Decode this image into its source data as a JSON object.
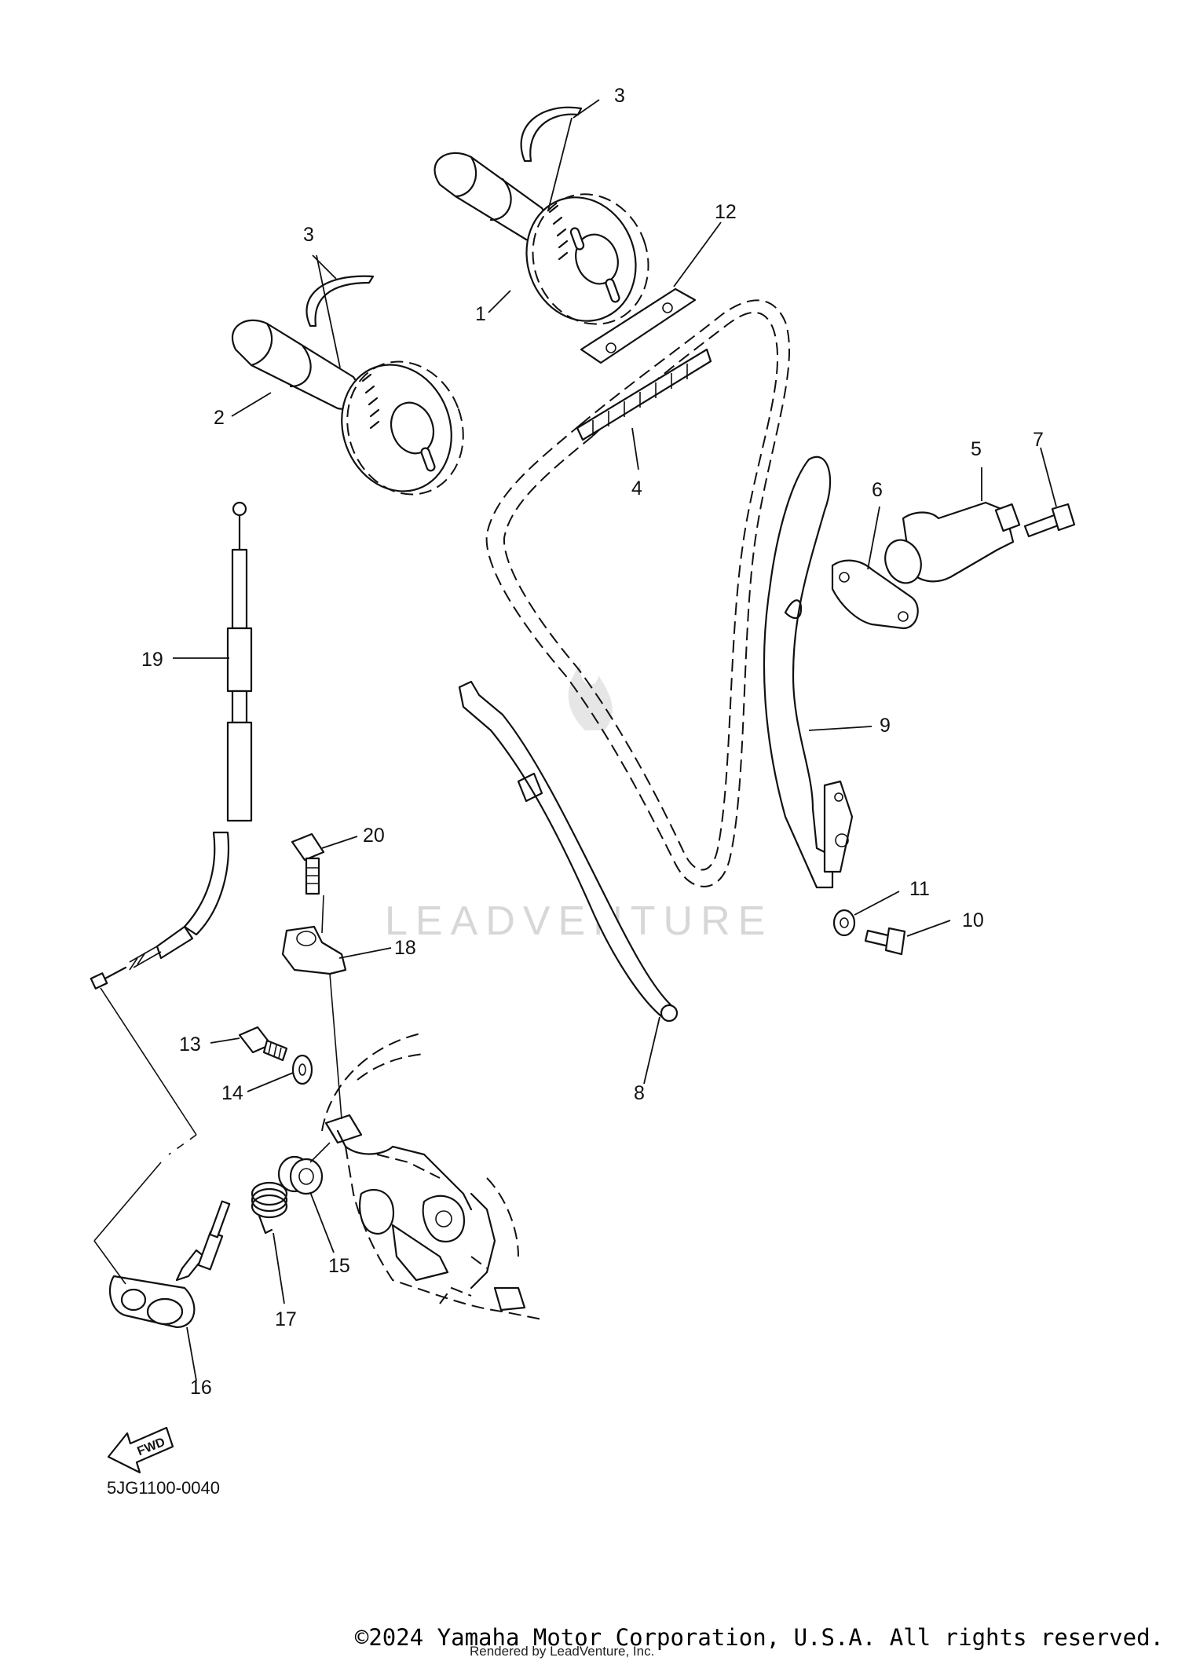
{
  "diagram_code": "5JG1100-0040",
  "direction_label": "FWD",
  "watermark": "LEADVENTURE",
  "callouts": [
    {
      "id": "1",
      "label": "1"
    },
    {
      "id": "2",
      "label": "2"
    },
    {
      "id": "3a",
      "label": "3"
    },
    {
      "id": "3b",
      "label": "3"
    },
    {
      "id": "4",
      "label": "4"
    },
    {
      "id": "5",
      "label": "5"
    },
    {
      "id": "6",
      "label": "6"
    },
    {
      "id": "7",
      "label": "7"
    },
    {
      "id": "8",
      "label": "8"
    },
    {
      "id": "9",
      "label": "9"
    },
    {
      "id": "10",
      "label": "10"
    },
    {
      "id": "11",
      "label": "11"
    },
    {
      "id": "12",
      "label": "12"
    },
    {
      "id": "13",
      "label": "13"
    },
    {
      "id": "14",
      "label": "14"
    },
    {
      "id": "15",
      "label": "15"
    },
    {
      "id": "16",
      "label": "16"
    },
    {
      "id": "17",
      "label": "17"
    },
    {
      "id": "18",
      "label": "18"
    },
    {
      "id": "19",
      "label": "19"
    },
    {
      "id": "20",
      "label": "20"
    }
  ],
  "footer": {
    "copyright": "©2024 Yamaha Motor Corporation, U.S.A. All rights reserved.",
    "rendered_by": "Rendered by LeadVenture, Inc."
  }
}
